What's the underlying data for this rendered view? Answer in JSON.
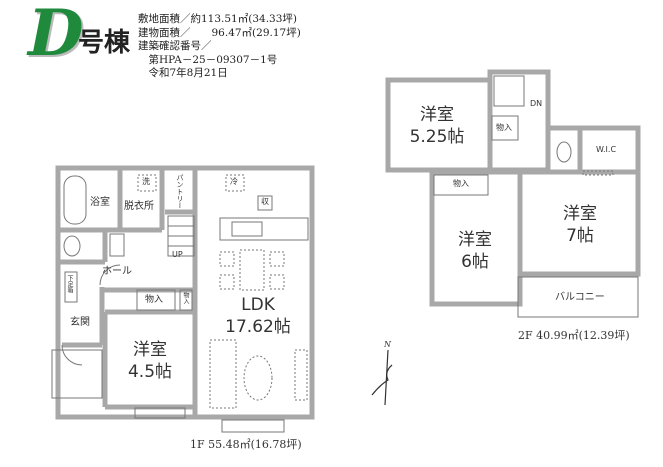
{
  "header": {
    "logo_letter": "D",
    "building": "号棟",
    "brand_color": "#1f8a3c",
    "info": [
      "敷地面積／約113.51㎡(34.33坪)",
      "建物面積／　　96.47㎡(29.17坪)",
      "建築確認番号／",
      "　第HPA－25－09307－1号",
      "　令和7年8月21日"
    ]
  },
  "floor1": {
    "caption": "1F 55.48㎡(16.78坪)",
    "rooms": {
      "bath": "浴室",
      "dressing": "脱衣所",
      "pantry": "パントリー",
      "washer": "洗",
      "fridge": "冷",
      "storage_kitchen": "収",
      "stairs_up": "UP",
      "hall": "ホール",
      "shoe_box": "下足箱",
      "entrance": "玄関",
      "closet": "物入",
      "closet_small": "物入",
      "ldk": "LDK",
      "ldk_size": "17.62帖",
      "western": "洋室",
      "western_size": "4.5帖"
    }
  },
  "floor2": {
    "caption": "2F 40.99㎡(12.39坪)",
    "rooms": {
      "western_a": "洋室",
      "western_a_size": "5.25帖",
      "closet_a": "物入",
      "stairs_down": "DN",
      "wic": "W.I.C",
      "closet_b": "物入",
      "western_b": "洋室",
      "western_b_size": "6帖",
      "western_c": "洋室",
      "western_c_size": "7帖",
      "balcony": "バルコニー"
    }
  },
  "compass": {
    "north": "N"
  }
}
